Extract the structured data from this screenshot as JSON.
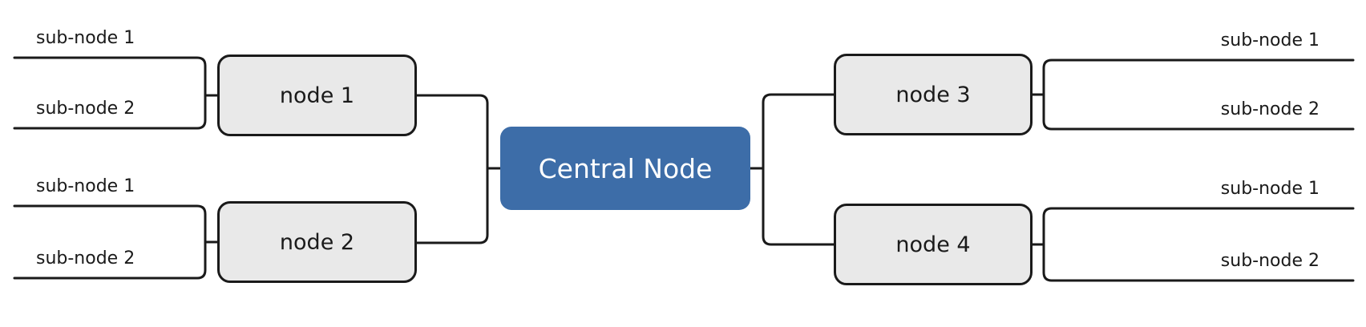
{
  "diagram": {
    "type": "mindmap",
    "central": {
      "label": "Central Node"
    },
    "branches": {
      "left": [
        {
          "label": "node 1",
          "children": [
            {
              "label": "sub-node 1"
            },
            {
              "label": "sub-node 2"
            }
          ]
        },
        {
          "label": "node 2",
          "children": [
            {
              "label": "sub-node 1"
            },
            {
              "label": "sub-node 2"
            }
          ]
        }
      ],
      "right": [
        {
          "label": "node 3",
          "children": [
            {
              "label": "sub-node 1"
            },
            {
              "label": "sub-node 2"
            }
          ]
        },
        {
          "label": "node 4",
          "children": [
            {
              "label": "sub-node 1"
            },
            {
              "label": "sub-node 2"
            }
          ]
        }
      ]
    },
    "colors": {
      "central_fill": "#3d6da8",
      "central_text": "#ffffff",
      "node_fill": "#e9e9e9",
      "node_border": "#1a1a1a",
      "connector": "#1a1a1a",
      "label_text": "#1a1a1a",
      "background": "#ffffff"
    }
  }
}
